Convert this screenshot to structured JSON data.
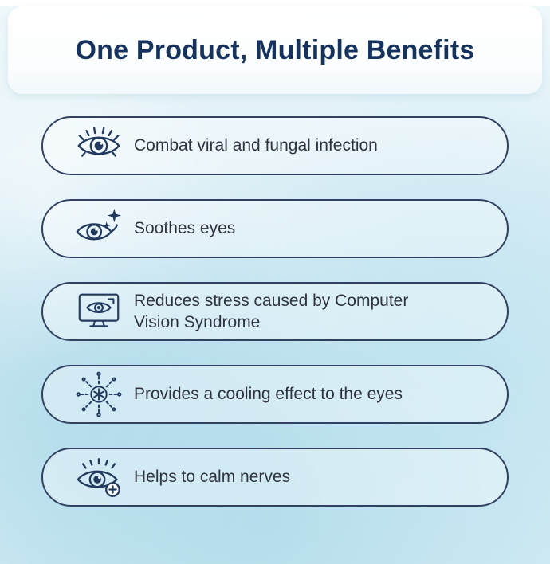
{
  "header": {
    "title": "One Product, Multiple Benefits"
  },
  "benefits": [
    {
      "icon": "eye-lashes-icon",
      "label": "Combat viral and fungal infection"
    },
    {
      "icon": "eye-sparkles-icon",
      "label": "Soothes eyes"
    },
    {
      "icon": "monitor-eye-icon",
      "label": "Reduces stress caused by  Computer Vision Syndrome"
    },
    {
      "icon": "snowflake-cooling-icon",
      "label": "Provides a cooling effect to the eyes"
    },
    {
      "icon": "eye-medical-plus-icon",
      "label": "Helps to calm nerves"
    }
  ],
  "colors": {
    "title": "#16335e",
    "pill_border": "#31415f",
    "text": "#2f3340",
    "icon_stroke": "#223a5e",
    "background_top": "#eef8fb",
    "background_bottom": "#cfeaf3"
  }
}
